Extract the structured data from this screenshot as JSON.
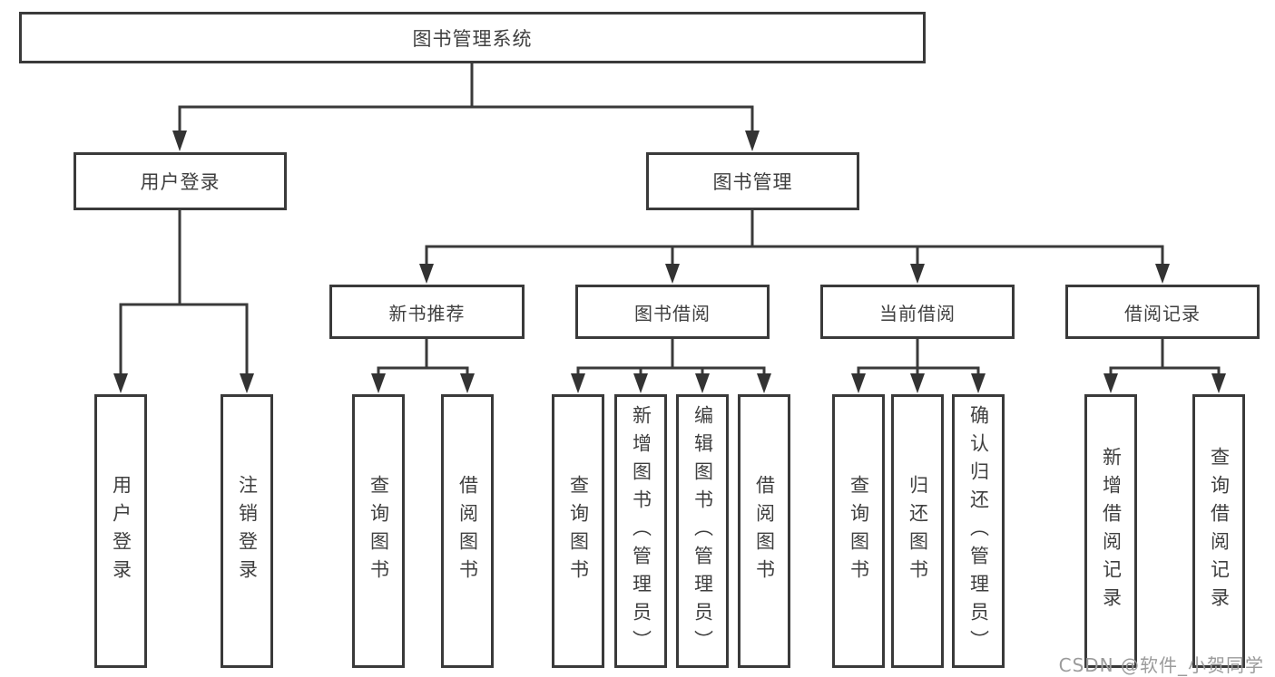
{
  "tree": {
    "label": "图书管理系统",
    "children": [
      {
        "label": "用户登录",
        "children": [
          {
            "label": "用户登录"
          },
          {
            "label": "注销登录"
          }
        ]
      },
      {
        "label": "图书管理",
        "children": [
          {
            "label": "新书推荐",
            "children": [
              {
                "label": "查询图书"
              },
              {
                "label": "借阅图书"
              }
            ]
          },
          {
            "label": "图书借阅",
            "children": [
              {
                "label": "查询图书"
              },
              {
                "label": "新增图书（管理员）"
              },
              {
                "label": "编辑图书（管理员）"
              },
              {
                "label": "借阅图书"
              }
            ]
          },
          {
            "label": "当前借阅",
            "children": [
              {
                "label": "查询图书"
              },
              {
                "label": "归还图书"
              },
              {
                "label": "确认归还（管理员）"
              }
            ]
          },
          {
            "label": "借阅记录",
            "children": [
              {
                "label": "新增借阅记录"
              },
              {
                "label": "查询借阅记录"
              }
            ]
          }
        ]
      }
    ]
  },
  "watermark": {
    "text": "CSDN @软件_小贺同学"
  },
  "colors": {
    "line": "#3a3a3a",
    "box_border": "#3a3a3a",
    "box_fill": "#ffffff",
    "text": "#3f3f3f",
    "watermark": "#9b9b9b",
    "background": "#ffffff"
  }
}
